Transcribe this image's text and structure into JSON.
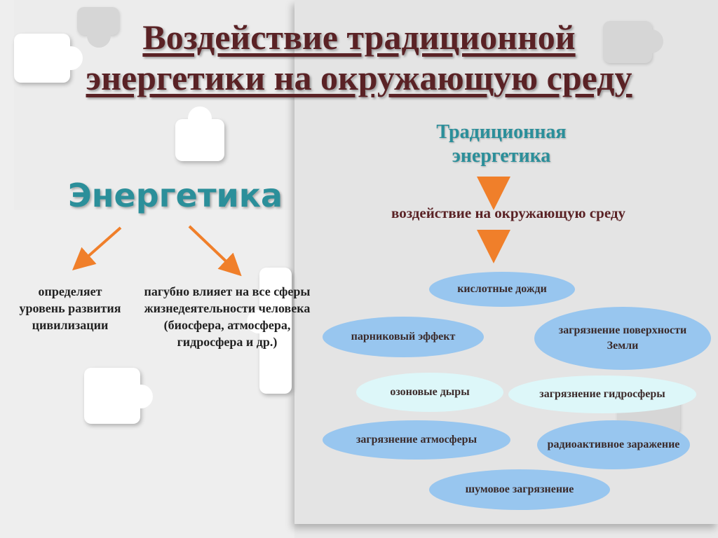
{
  "title": {
    "line1": "Воздействие традиционной",
    "line2": "энергетики на окружающую среду"
  },
  "left": {
    "heading": "Энергетика",
    "branch1": "определяет уровень развития цивилизации",
    "branch2": "пагубно влияет на все сферы жизнедеятельности человека (биосфера, атмосфера, гидросфера и др.)"
  },
  "right": {
    "heading": "Традиционная энергетика",
    "impact": "воздействие на окружающую среду",
    "effects": [
      "кислотные дожди",
      "парниковый эффект",
      "загрязнение поверхности Земли",
      "озоновые дыры",
      "загрязнение гидросферы",
      "загрязнение атмосферы",
      "радиоактивное заражение",
      "шумовое загрязнение"
    ]
  },
  "colors": {
    "title": "#5a2225",
    "heading": "#2b8f9a",
    "arrow": "#f07f2a",
    "bubble": "#98c6ef",
    "bubble_pale": "#ddf7f9"
  }
}
